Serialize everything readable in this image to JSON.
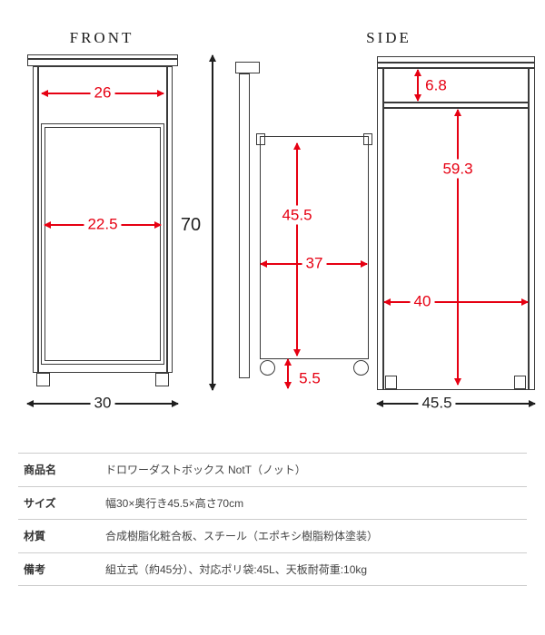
{
  "diagram": {
    "front_view": {
      "title": "FRONT",
      "dim_top_width": "26",
      "dim_drawer_width": "22.5",
      "dim_height": "70",
      "dim_bottom_width": "30"
    },
    "side_view": {
      "title": "SIDE",
      "dim_lid_height": "6.8",
      "dim_bucket_height": "45.5",
      "dim_bucket_depth": "37",
      "dim_caster_height": "5.5",
      "dim_body_height": "59.3",
      "dim_inner_depth": "40",
      "dim_bottom_depth": "45.5"
    }
  },
  "spec_table": {
    "rows": [
      {
        "label": "商品名",
        "value": "ドロワーダストボックス NotT（ノット）"
      },
      {
        "label": "サイズ",
        "value": "幅30×奥行き45.5×高さ70cm"
      },
      {
        "label": "材質",
        "value": "合成樹脂化粧合板、スチール（エポキシ樹脂粉体塗装）"
      },
      {
        "label": "備考",
        "value": "組立式（約45分）、対応ポリ袋:45L、天板耐荷重:10kg"
      }
    ]
  },
  "colors": {
    "dimension_accent": "#e60012",
    "drawing_line": "#3a3a3a",
    "table_divider": "#cccccc"
  }
}
